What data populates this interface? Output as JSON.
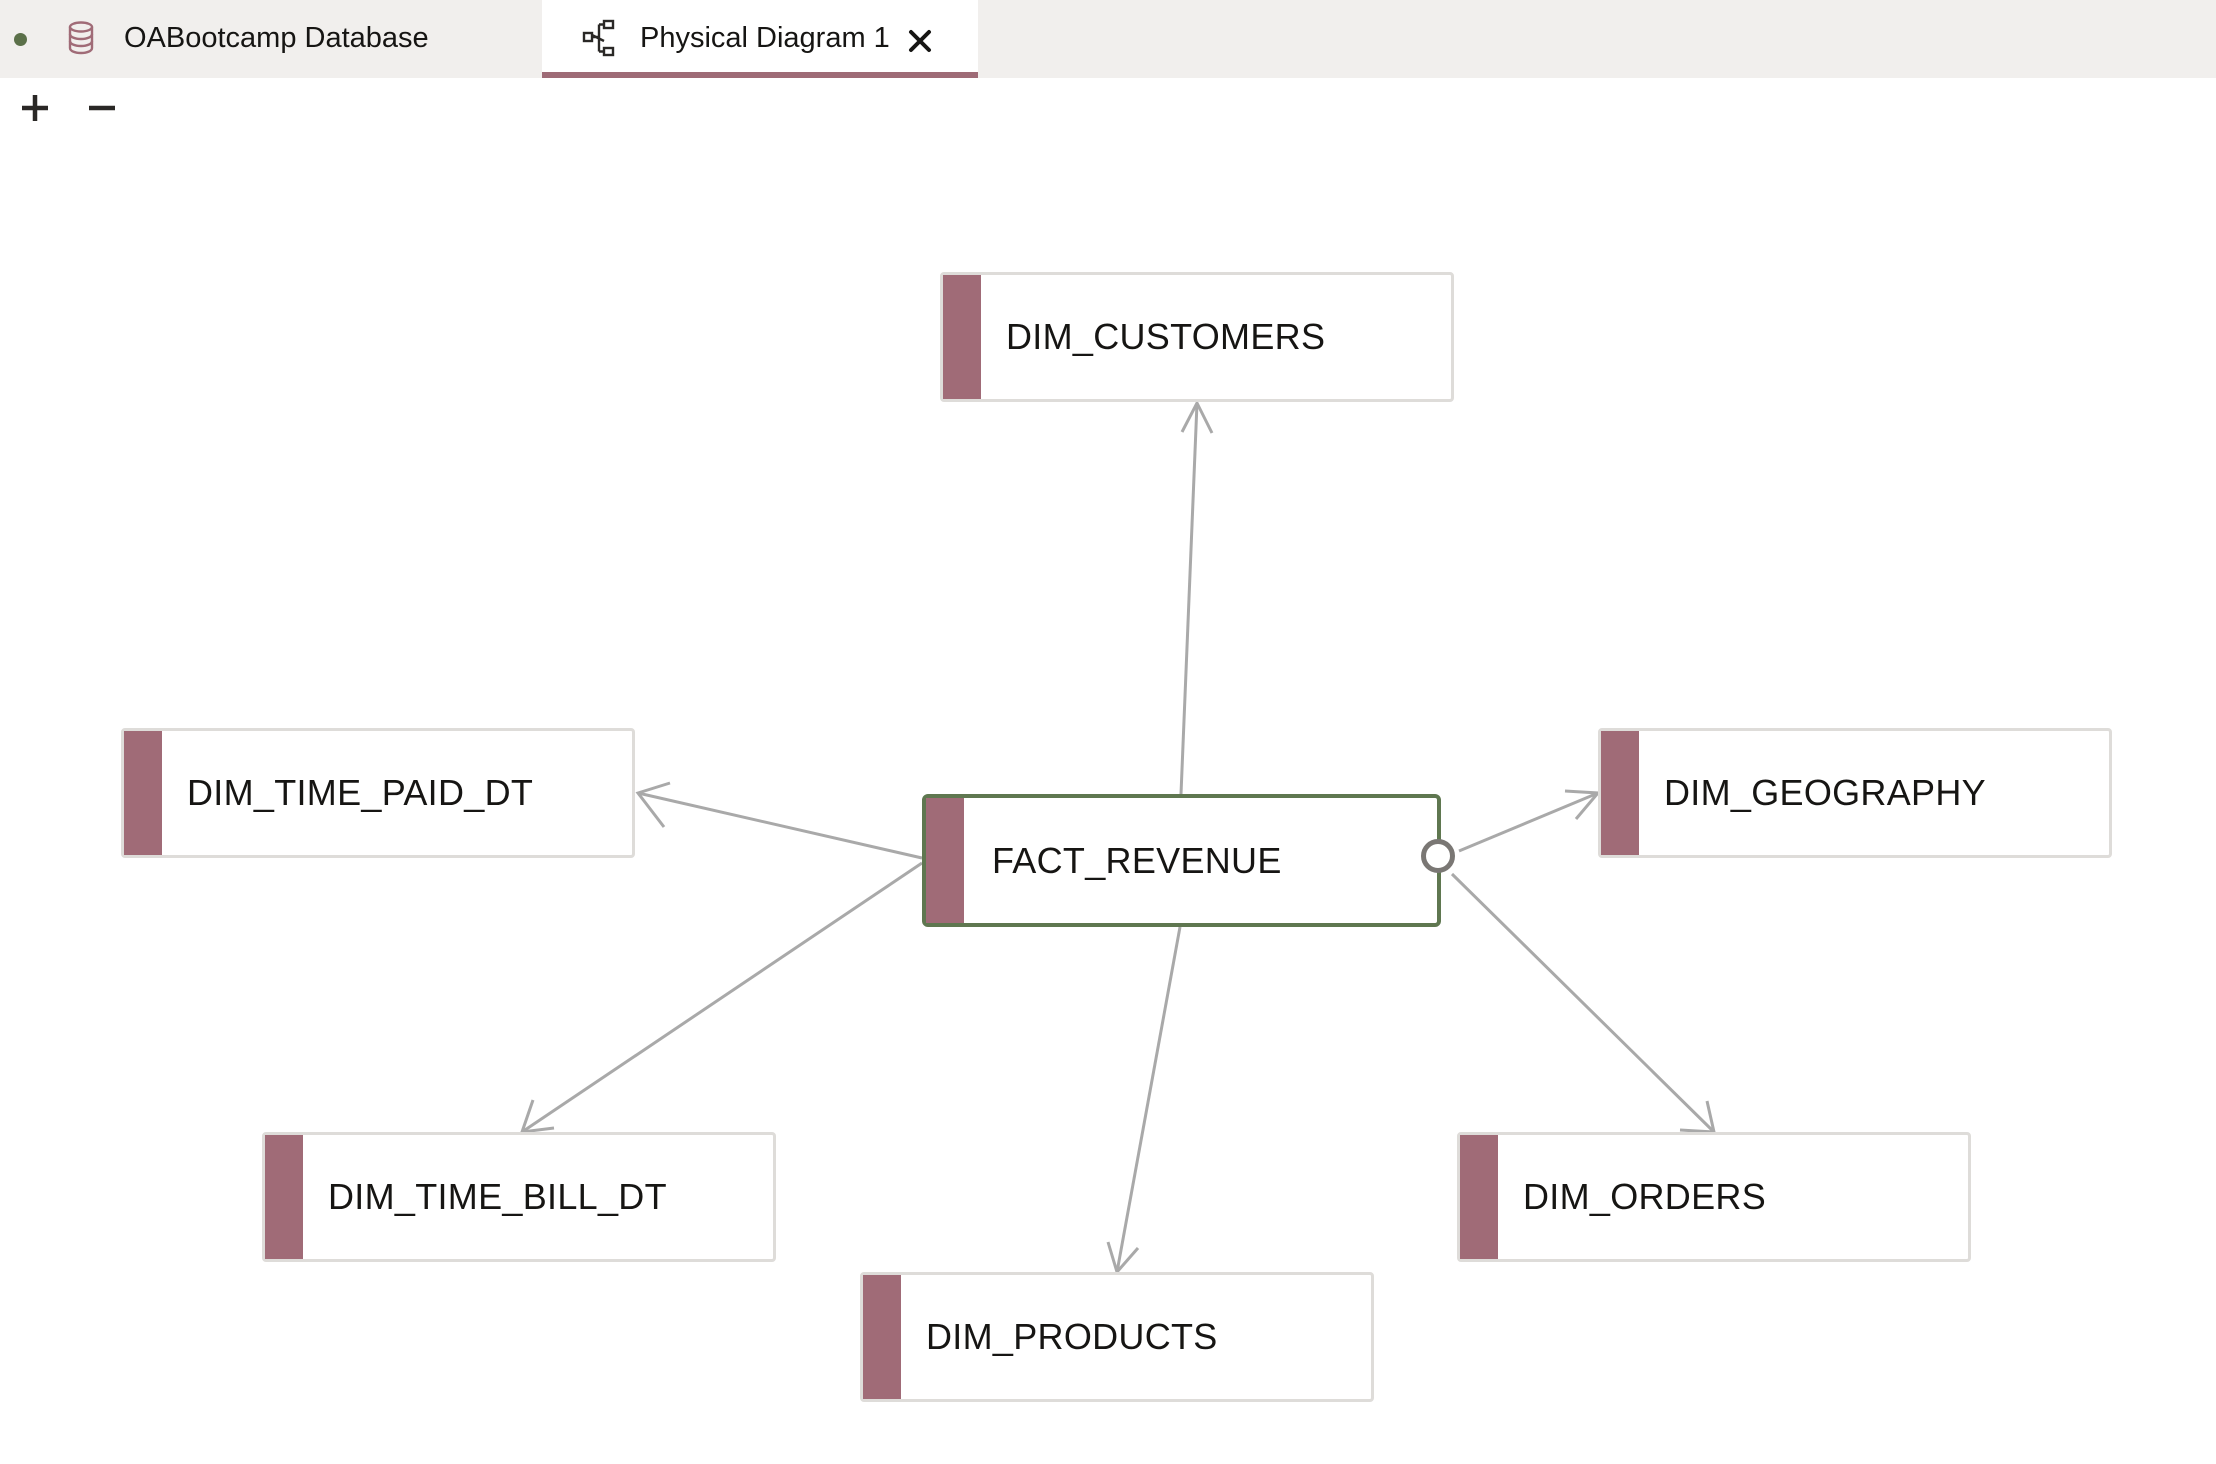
{
  "tabs": [
    {
      "label": "OABootcamp Database",
      "icon": "database-icon",
      "status": "connected"
    },
    {
      "label": "Physical Diagram 1",
      "icon": "diagram-icon",
      "active": true
    }
  ],
  "toolbar": {
    "zoom_in": "+",
    "zoom_out": "−"
  },
  "colors": {
    "accent": "#a06b77",
    "selected_border": "#5f7750",
    "edge": "#a9a9a9",
    "tab_bar": "#f1efed",
    "status_dot": "#5b7049"
  },
  "diagram": {
    "fact": {
      "label": "FACT_REVENUE"
    },
    "dimensions": [
      {
        "label": "DIM_CUSTOMERS"
      },
      {
        "label": "DIM_TIME_PAID_DT"
      },
      {
        "label": "DIM_GEOGRAPHY"
      },
      {
        "label": "DIM_TIME_BILL_DT"
      },
      {
        "label": "DIM_ORDERS"
      },
      {
        "label": "DIM_PRODUCTS"
      }
    ]
  }
}
